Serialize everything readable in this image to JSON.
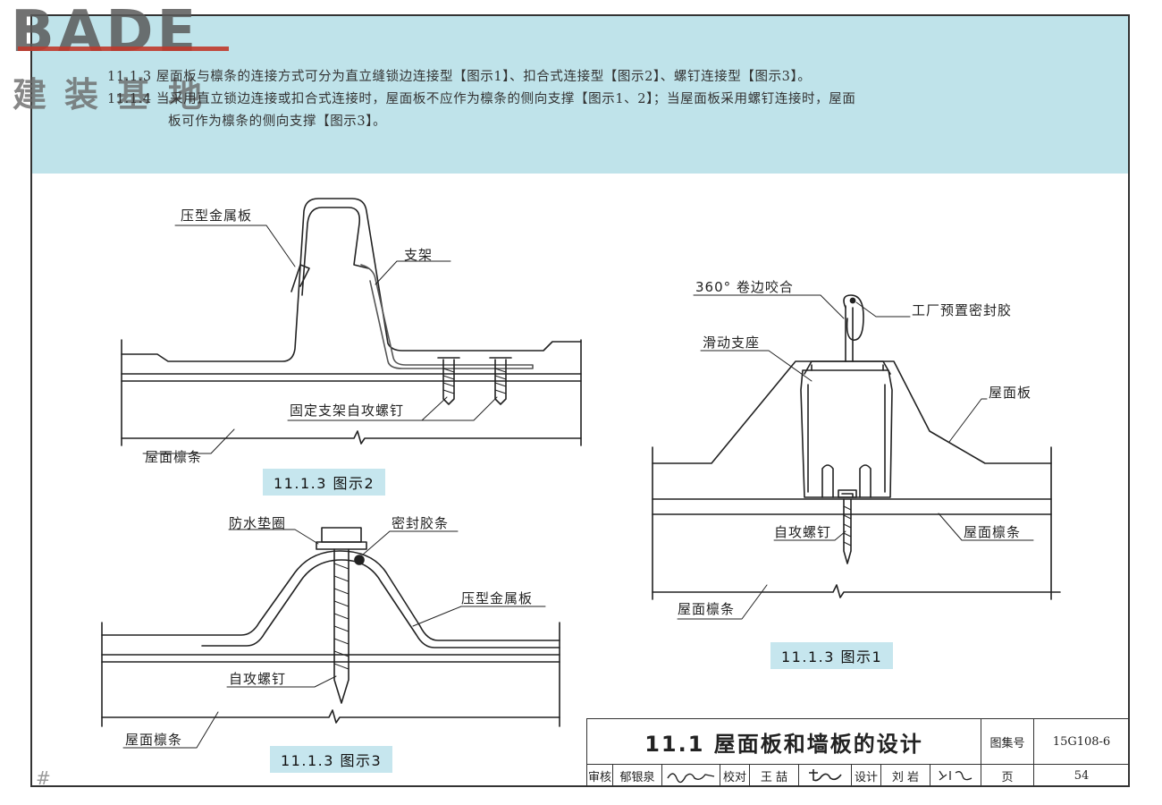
{
  "logo": {
    "main": "BADE",
    "sub": "建装基地"
  },
  "notes": [
    "11.1.3  屋面板与檩条的连接方式可分为直立缝锁边连接型【图示1】、扣合式连接型【图示2】、螺钉连接型【图示3】。",
    "11.1.4  当采用直立锁边连接或扣合式连接时，屋面板不应作为檩条的侧向支撑【图示1、2】；当屋面板采用螺钉连接时，屋面",
    "板可作为檩条的侧向支撑【图示3】。"
  ],
  "fig2": {
    "caption": "11.1.3  图示2",
    "labels": {
      "panel": "压型金属板",
      "bracket": "支架",
      "screw": "固定支架自攻螺钉",
      "purlin": "屋面檩条"
    }
  },
  "fig1": {
    "caption": "11.1.3  图示1",
    "labels": {
      "seam": "360° 卷边咬合",
      "sealant": "工厂预置密封胶",
      "clip": "滑动支座",
      "panel": "屋面板",
      "screw": "自攻螺钉",
      "purlin_right": "屋面檩条",
      "purlin": "屋面檩条"
    }
  },
  "fig3": {
    "caption": "11.1.3  图示3",
    "labels": {
      "washer": "防水垫圈",
      "strip": "密封胶条",
      "panel": "压型金属板",
      "screw": "自攻螺钉",
      "purlin": "屋面檩条"
    }
  },
  "title_block": {
    "title": "11.1  屋面板和墙板的设计",
    "atlas_label": "图集号",
    "atlas_no": "15G108-6",
    "review_label": "审核",
    "reviewer": "郁银泉",
    "check_label": "校对",
    "checker": "王  喆",
    "design_label": "设计",
    "designer": "刘  岩",
    "page_label": "页",
    "page_no": "54"
  }
}
